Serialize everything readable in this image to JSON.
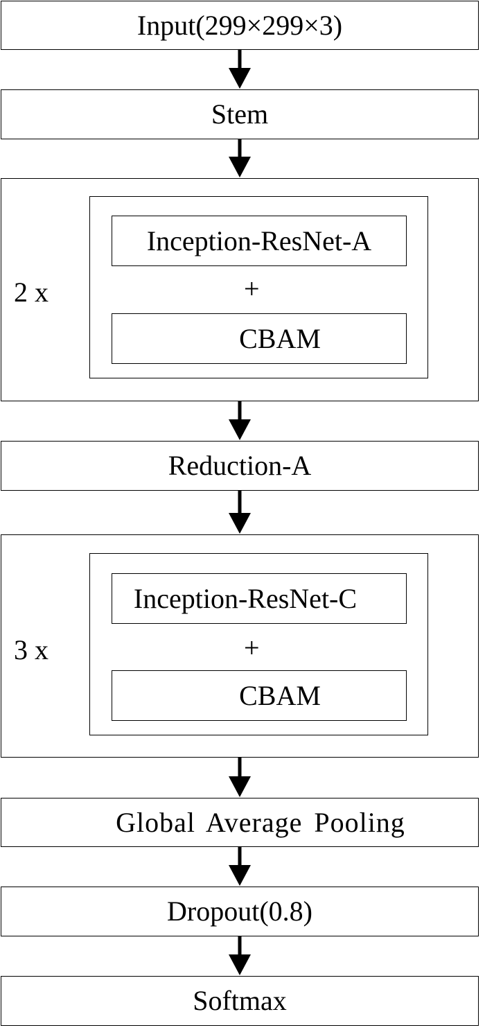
{
  "blocks": {
    "input": "Input(299×299×3)",
    "stem": "Stem",
    "group_a": {
      "repeat": "2 x",
      "module": "Inception-ResNet-A",
      "plus": "+",
      "attention": "CBAM"
    },
    "reduction": "Reduction-A",
    "group_c": {
      "repeat": "3 x",
      "module": "Inception-ResNet-C",
      "plus": "+",
      "attention": "CBAM"
    },
    "gap": "Global Average Pooling",
    "dropout": "Dropout(0.8)",
    "softmax": "Softmax"
  }
}
